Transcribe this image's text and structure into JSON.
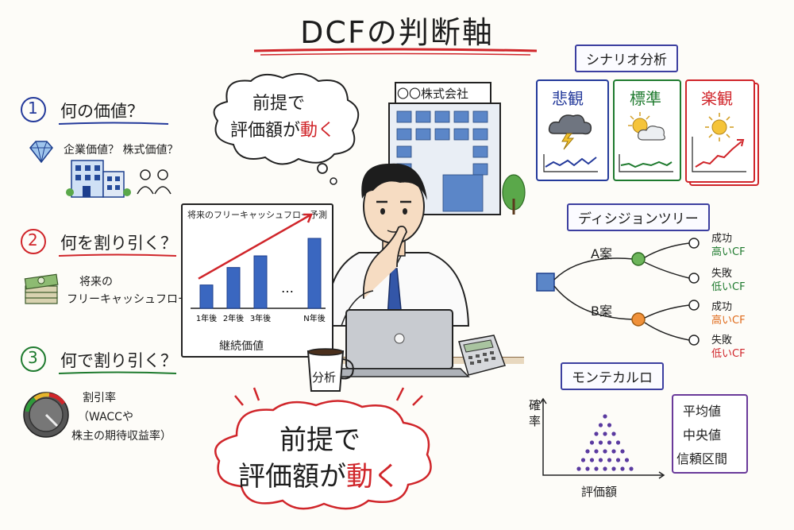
{
  "title": "DCFの判断軸",
  "thought_bubble": {
    "line1": "前提で",
    "line2_plain": "評価額が",
    "line2_accent": "動く"
  },
  "building_sign": "〇〇株式会社",
  "questions": [
    {
      "num": "1",
      "text": "何の価値？",
      "detail": "企業価値？ 株式価値？"
    },
    {
      "num": "2",
      "text": "何を割り引く？",
      "detail_line1": "将来の",
      "detail_line2": "フリーキャッシュフロー"
    },
    {
      "num": "3",
      "text": "何で割り引く？",
      "detail_line1": "割引率",
      "detail_line2": "（WACCや",
      "detail_line3": "株主の期待収益率）"
    }
  ],
  "fcf_chart": {
    "title": "将来のフリーキャッシュフロー予測",
    "footer": "継続価値",
    "ellipsis": "…"
  },
  "chart_data": {
    "type": "bar",
    "title": "将来のフリーキャッシュフロー予測",
    "categories": [
      "1年後",
      "2年後",
      "3年後",
      "…",
      "N年後"
    ],
    "values": [
      2,
      3.5,
      4.5,
      null,
      6
    ],
    "xlabel": "継続価値",
    "ylabel": "",
    "trend_arrow": true
  },
  "mug_label": "分析",
  "bottom_bubble": {
    "line1": "前提で",
    "line2_plain": "評価額が",
    "line2_accent": "動く"
  },
  "scenario": {
    "header": "シナリオ分析",
    "cards": [
      {
        "label": "悲観",
        "color": "#243a9b",
        "weather": "storm"
      },
      {
        "label": "標準",
        "color": "#1e7a2e",
        "weather": "partly-sunny"
      },
      {
        "label": "楽観",
        "color": "#d0252a",
        "weather": "sunny"
      }
    ]
  },
  "decision_tree": {
    "header": "ディシジョンツリー",
    "branch_a": "A案",
    "branch_b": "B案",
    "outcomes": [
      {
        "label": "成功",
        "cf": "高いCF",
        "color": "#1e7a2e"
      },
      {
        "label": "失敗",
        "cf": "低いCF",
        "color": "#1e7a2e"
      },
      {
        "label": "成功",
        "cf": "高いCF",
        "color": "#e06a1a"
      },
      {
        "label": "失敗",
        "cf": "低いCF",
        "color": "#d0252a"
      }
    ]
  },
  "monte_carlo": {
    "header": "モンテカルロ",
    "y_label": "確率",
    "x_label": "評価額",
    "stats": [
      "平均値",
      "中央値",
      "信頼区間"
    ]
  }
}
